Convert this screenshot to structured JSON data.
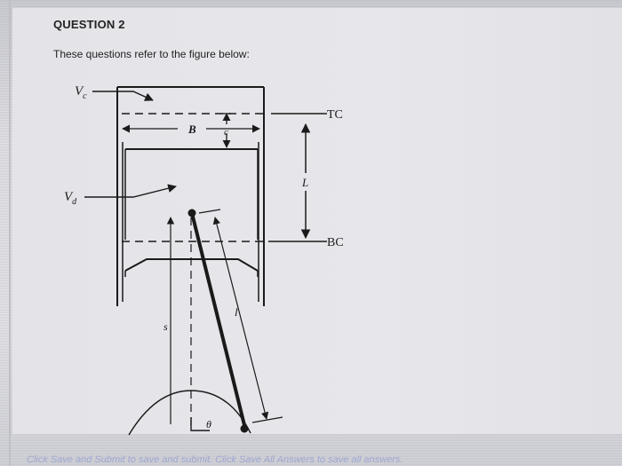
{
  "question": {
    "title": "QUESTION 2",
    "prompt": "These questions refer to the figure below:"
  },
  "figure": {
    "labels": {
      "vc": "V",
      "vc_sub": "c",
      "vd": "V",
      "vd_sub": "d",
      "bore": "B",
      "clearance": "c",
      "tc": "TC",
      "bc": "BC",
      "stroke": "L",
      "position": "s",
      "rod": "l",
      "angle": "θ"
    }
  },
  "footer": {
    "text": "Click Save and Submit to save and submit. Click Save All Answers to save all answers."
  }
}
